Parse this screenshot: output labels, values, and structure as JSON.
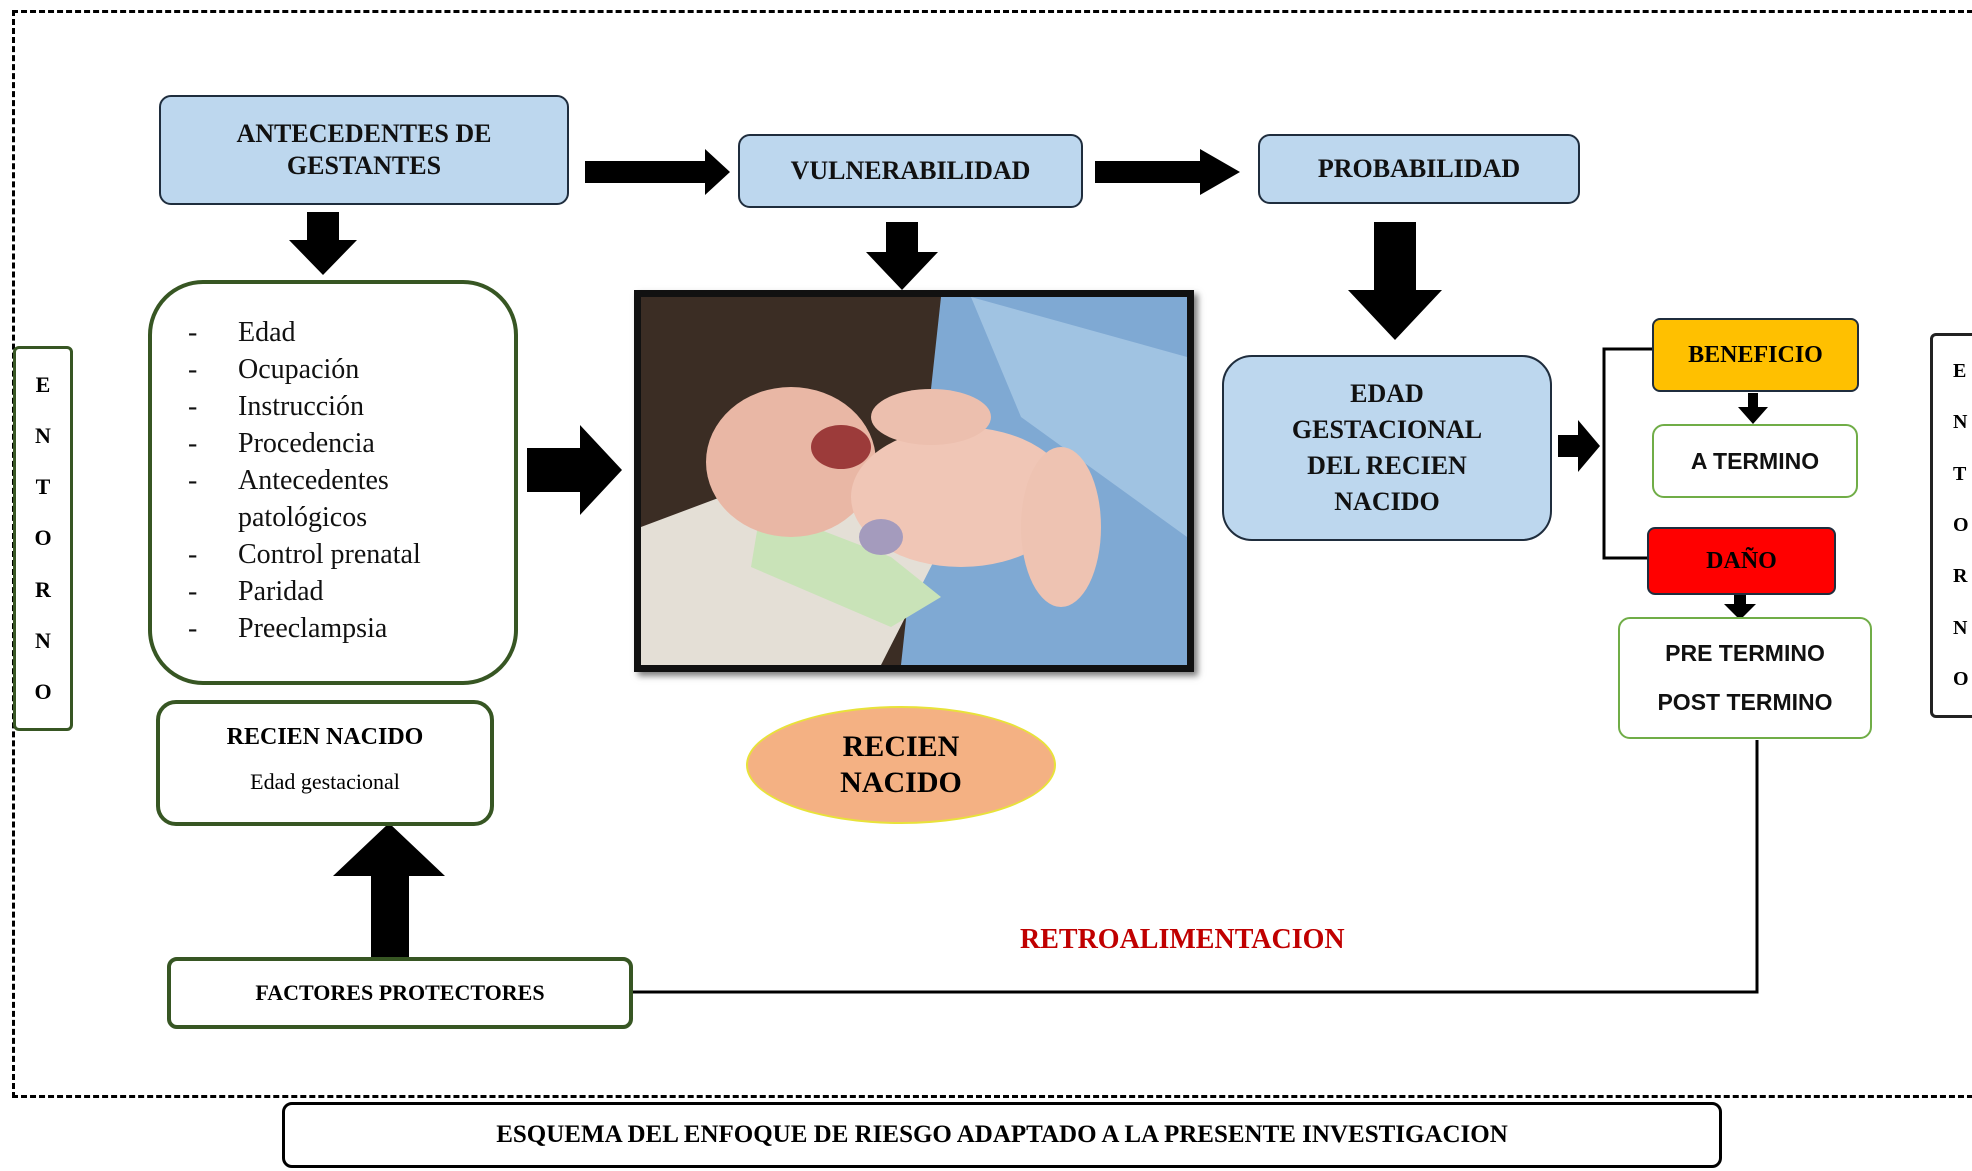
{
  "diagram": {
    "antecedentes_title": "ANTECEDENTES DE GESTANTES",
    "vulnerabilidad": "VULNERABILIDAD",
    "probabilidad": "PROBABILIDAD",
    "factors": [
      "Edad",
      "Ocupación",
      "Instrucción",
      "Procedencia",
      "Antecedentes patológicos",
      "Control prenatal",
      "Paridad",
      "Preeclampsia"
    ],
    "factor_bullet": "-",
    "recien_nacido_box_title": "RECIEN NACIDO",
    "recien_nacido_box_subtitle": "Edad gestacional",
    "recien_nacido_oval": "RECIEN NACIDO",
    "edad_gestacional_box": "EDAD GESTACIONAL DEL RECIEN NACIDO",
    "beneficio": "BENEFICIO",
    "a_termino": "A TERMINO",
    "dano": "DAÑO",
    "pre_termino": "PRE TERMINO",
    "post_termino": "POST TERMINO",
    "factores_protectores": "FACTORES PROTECTORES",
    "retroalimentacion": "RETROALIMENTACION",
    "entorno_left": [
      "E",
      "N",
      "T",
      "O",
      "R",
      "N",
      "O"
    ],
    "entorno_right": [
      "E",
      "N",
      "T",
      "O",
      "R",
      "N",
      "O"
    ],
    "caption": "ESQUEMA DEL ENFOQUE DE RIESGO ADAPTADO A LA PRESENTE INVESTIGACION"
  },
  "colors": {
    "blue_box": "#bdd7ee",
    "beneficio": "#ffc000",
    "dano": "#ff0000",
    "oval": "#f4b183",
    "retro_text": "#c00000",
    "dark_green_border": "#375623",
    "light_green_border": "#70ad47"
  }
}
